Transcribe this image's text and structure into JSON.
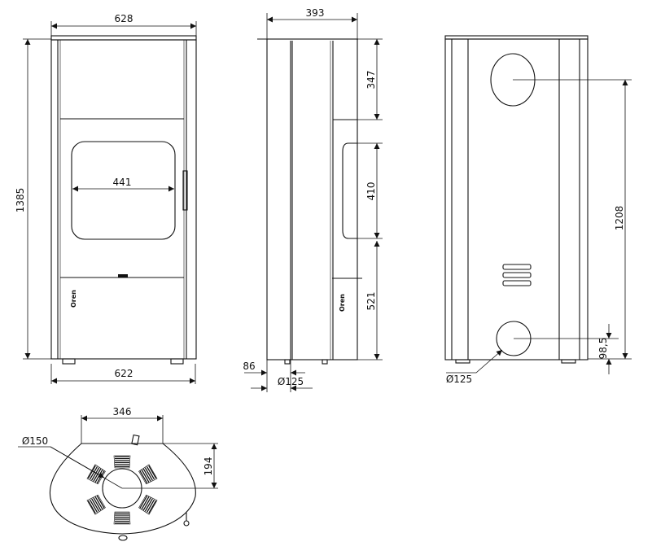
{
  "front_view": {
    "width_top": "628",
    "height": "1385",
    "window_width": "441",
    "width_bottom": "622",
    "brand": "Oren"
  },
  "side_view": {
    "depth": "393",
    "top_section": "347",
    "window_height": "410",
    "bottom_section": "521",
    "flue_offset": "86",
    "flue_diameter": "Ø125",
    "brand": "Oren"
  },
  "rear_view": {
    "top_outlet_height": "1208",
    "bottom_inlet_height": "98,5",
    "inlet_diameter": "Ø125"
  },
  "top_view": {
    "flat_width": "346",
    "center_offset": "194",
    "outlet_diameter": "Ø150"
  }
}
